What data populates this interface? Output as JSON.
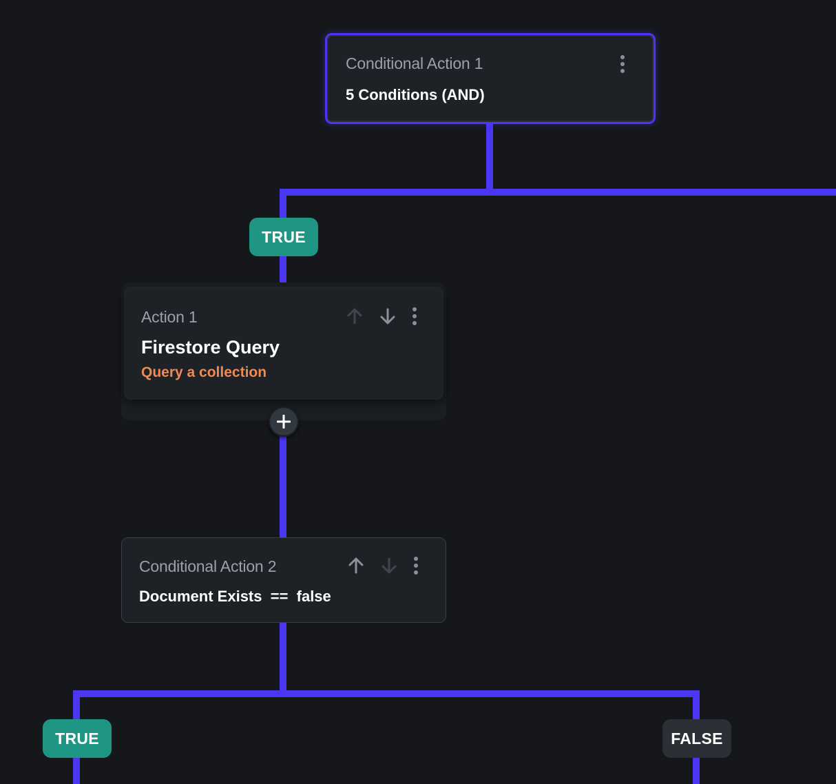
{
  "colors": {
    "background": "#15171a",
    "wire": "#4b37f2",
    "card": "#1e2227",
    "true_badge": "#1f9683",
    "false_badge": "#2b3036",
    "subtitle_accent": "#f08a54"
  },
  "nodes": {
    "conditional_action_1": {
      "label": "Conditional Action 1",
      "summary": "5 Conditions (AND)"
    },
    "action_1": {
      "label": "Action 1",
      "title": "Firestore Query",
      "subtitle": "Query a collection"
    },
    "conditional_action_2": {
      "label": "Conditional Action 2",
      "summary": "Document Exists  ==  false"
    }
  },
  "branches": {
    "cond1_true": "TRUE",
    "cond2_true": "TRUE",
    "cond2_false": "FALSE"
  },
  "icons": {
    "more": "more-vert-icon",
    "up": "arrow-up-icon",
    "down": "arrow-down-icon",
    "add": "plus-icon"
  }
}
